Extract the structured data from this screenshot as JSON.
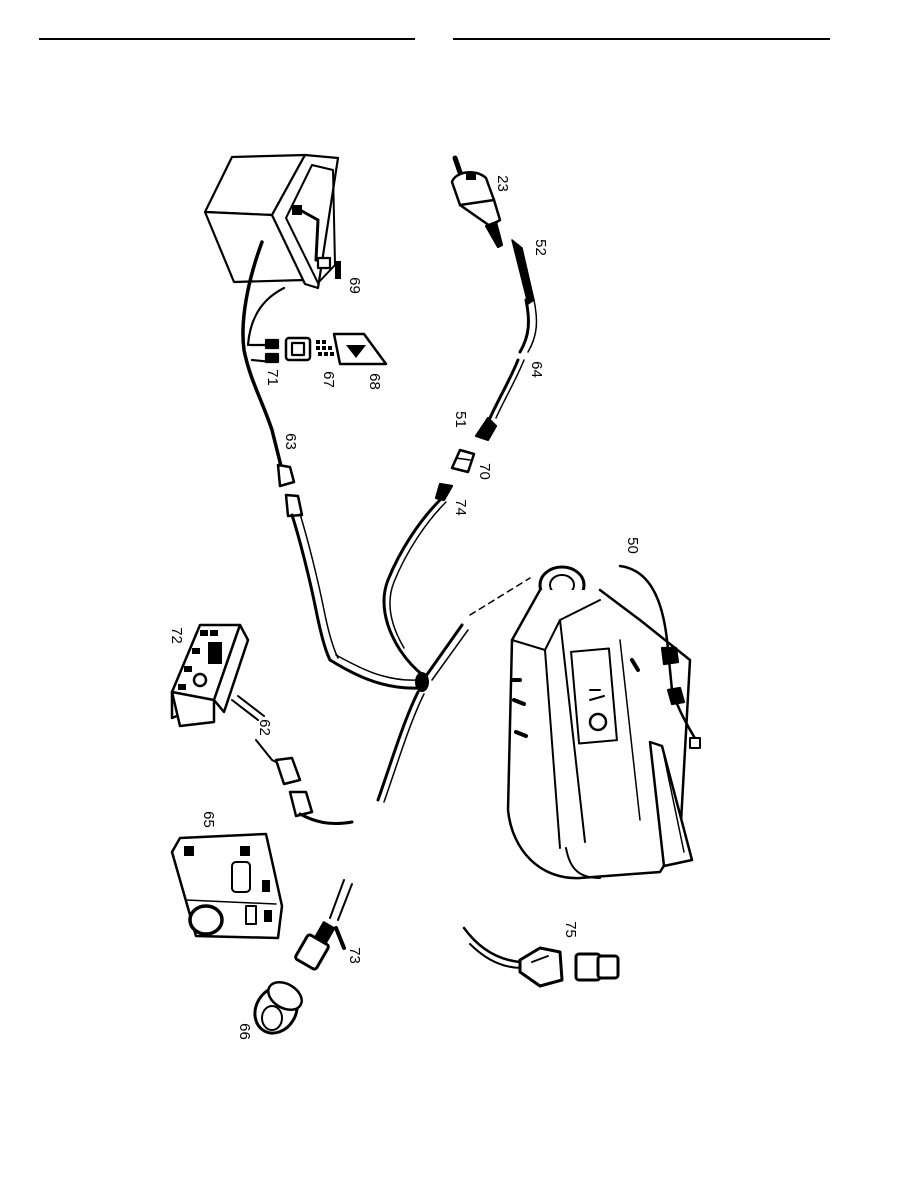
{
  "page": {
    "header_rules": [
      "left",
      "right"
    ]
  },
  "diagram": {
    "type": "exploded-view wiring harness illustration (rotated 90°)",
    "callouts": [
      {
        "id": "23",
        "label": "23",
        "part": "fuel-metering-pump"
      },
      {
        "id": "52",
        "label": "52",
        "part": "pump-connector"
      },
      {
        "id": "64",
        "label": "64",
        "part": "pump-harness"
      },
      {
        "id": "51",
        "label": "51",
        "part": "harness-plug"
      },
      {
        "id": "70",
        "label": "70",
        "part": "connector-housing"
      },
      {
        "id": "74",
        "label": "74",
        "part": "connector"
      },
      {
        "id": "50",
        "label": "50",
        "part": "heater-unit"
      },
      {
        "id": "69",
        "label": "69",
        "part": "fuse"
      },
      {
        "id": "71",
        "label": "71",
        "part": "fuse-holder"
      },
      {
        "id": "67",
        "label": "67",
        "part": "plug-terminals"
      },
      {
        "id": "68",
        "label": "68",
        "part": "fuse-holder-cover"
      },
      {
        "id": "63",
        "label": "63",
        "part": "power-harness"
      },
      {
        "id": "72",
        "label": "72",
        "part": "timer-control"
      },
      {
        "id": "62",
        "label": "62",
        "part": "control-harness"
      },
      {
        "id": "65",
        "label": "65",
        "part": "control-unit"
      },
      {
        "id": "73",
        "label": "73",
        "part": "terminals"
      },
      {
        "id": "66",
        "label": "66",
        "part": "round-connector"
      },
      {
        "id": "75",
        "label": "75",
        "part": "diagnostic-connector"
      }
    ],
    "components": [
      "battery",
      "fuel-pump",
      "heater",
      "timer",
      "control-unit",
      "central-junction"
    ]
  }
}
